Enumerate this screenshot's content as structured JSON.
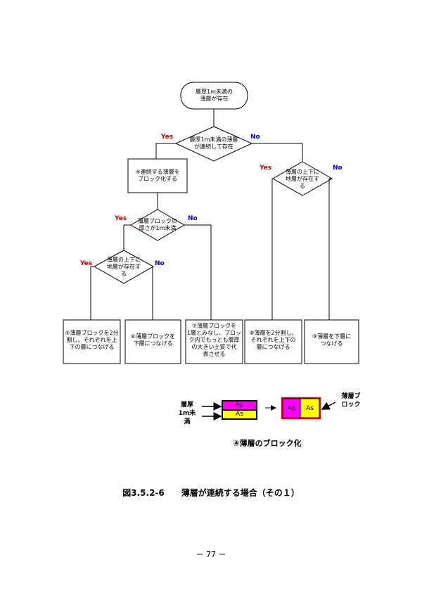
{
  "flowchart": {
    "start": "層厚1m未満の\n薄層が存在",
    "d1": "層厚1m未満の薄層\nが連続して存在",
    "p4": "④連続する薄層を\nブロック化する",
    "d2": "薄層ブロックの\n厚さが1m未満",
    "d3": "薄層の上下に\n地層が存在す\nる",
    "d4": "薄層の上下に\n地層が存在す\nる",
    "r5": "⑤薄層ブロックを2分\n割し、それぞれを上\n下の層につなげる",
    "r6": "⑥薄層ブロックを\n下層につなげる",
    "r7": "⑦薄層ブロックを\n1層とみなし、ブロッ\nク内でもっとも層厚\nの大きい土質で代\n表させる",
    "r8": "⑧薄層を2分割し、\nそれぞれを上下の\n層につなげる",
    "r9": "⑨薄層を下層に\nつなげる",
    "yes": "Yes",
    "no": "No"
  },
  "illustration": {
    "left_label": "層厚\n1m未\n満",
    "right_label": "薄層ブ\nロック",
    "layer_top": "Ap",
    "layer_bottom": "As",
    "caption": "④薄層のブロック化",
    "colors": {
      "magenta": "#ff00ff",
      "yellow": "#ffff00",
      "red": "#ff0000",
      "black": "#000000"
    }
  },
  "figure_caption": "図3.5.2-6　　薄層が連続する場合（その１）",
  "page_number": "－ 77 －"
}
